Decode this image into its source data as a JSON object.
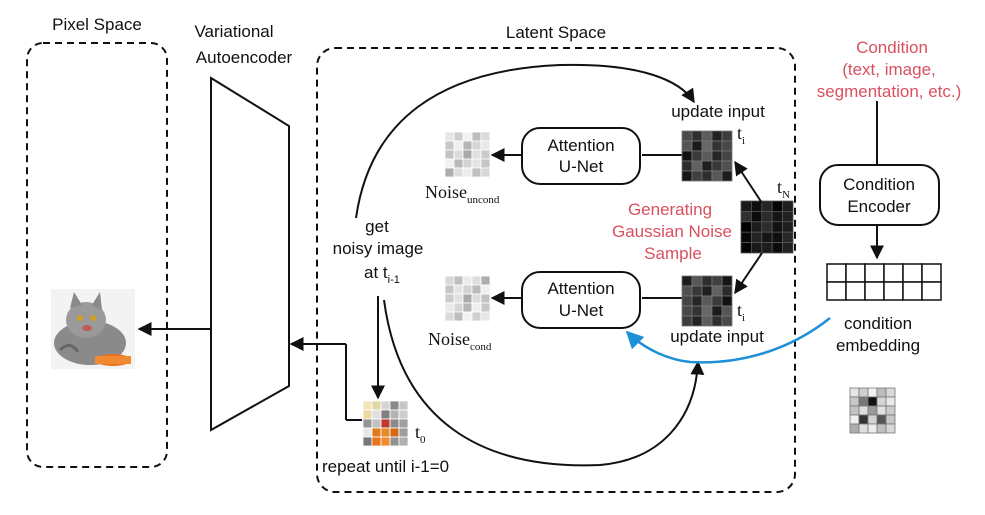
{
  "labels": {
    "pixel_space": "Pixel Space",
    "vae_line1": "Variational",
    "vae_line2": "Autoencoder",
    "latent_space": "Latent Space",
    "condition_title": "Condition",
    "condition_line2": "(text, image,",
    "condition_line3": "segmentation, etc.)",
    "condition_encoder_line1": "Condition",
    "condition_encoder_line2": "Encoder",
    "condition_embedding_line1": "condition",
    "condition_embedding_line2": "embedding",
    "unet_top_line1": "Attention",
    "unet_top_line2": "U-Net",
    "unet_bottom_line1": "Attention",
    "unet_bottom_line2": "U-Net",
    "update_input_top": "update input",
    "update_input_bottom": "update input",
    "t_i_top": "t",
    "t_i_top_sub": "i",
    "t_i_bottom": "t",
    "t_i_bottom_sub": "i",
    "t_n": "t",
    "t_n_sub": "N",
    "t_0": "t",
    "t_0_sub": "0",
    "noise_uncond": "Noise",
    "noise_uncond_sub": "uncond",
    "noise_cond": "Noise",
    "noise_cond_sub": "cond",
    "generating_line1": "Generating",
    "generating_line2": "Gaussian Noise",
    "generating_line3": "Sample",
    "get_line1": "get",
    "get_line2": "noisy image",
    "get_line3": "at t",
    "get_line3_sub": "i-1",
    "repeat": "repeat until i-1=0"
  },
  "colors": {
    "accent_red": "#d9505f",
    "arrow_blue": "#1e90d6",
    "outline": "#111111",
    "cat_bowl": "#e8731c"
  },
  "icons": {
    "cat_image": "cat-photo",
    "noise_grid": "noise-grid"
  }
}
